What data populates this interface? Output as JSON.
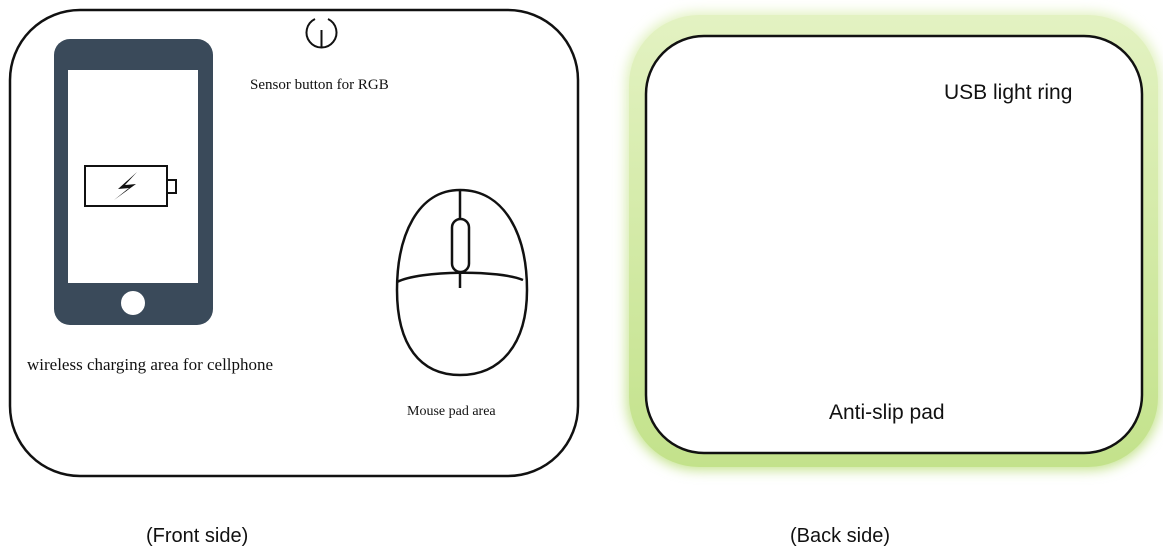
{
  "front": {
    "sensor_label": "Sensor button for RGB",
    "charging_label": "wireless charging area for cellphone",
    "mouse_label": "Mouse pad area",
    "caption": "(Front side)"
  },
  "back": {
    "usb_label": "USB light ring",
    "antislip_label": "Anti-slip pad",
    "caption": "(Back side)"
  },
  "colors": {
    "phone_body": "#3a4a5a",
    "glow": "#cbe89a",
    "outline": "#111111"
  },
  "icons": [
    "power-icon",
    "smartphone-icon",
    "battery-charging-icon",
    "mouse-icon"
  ]
}
